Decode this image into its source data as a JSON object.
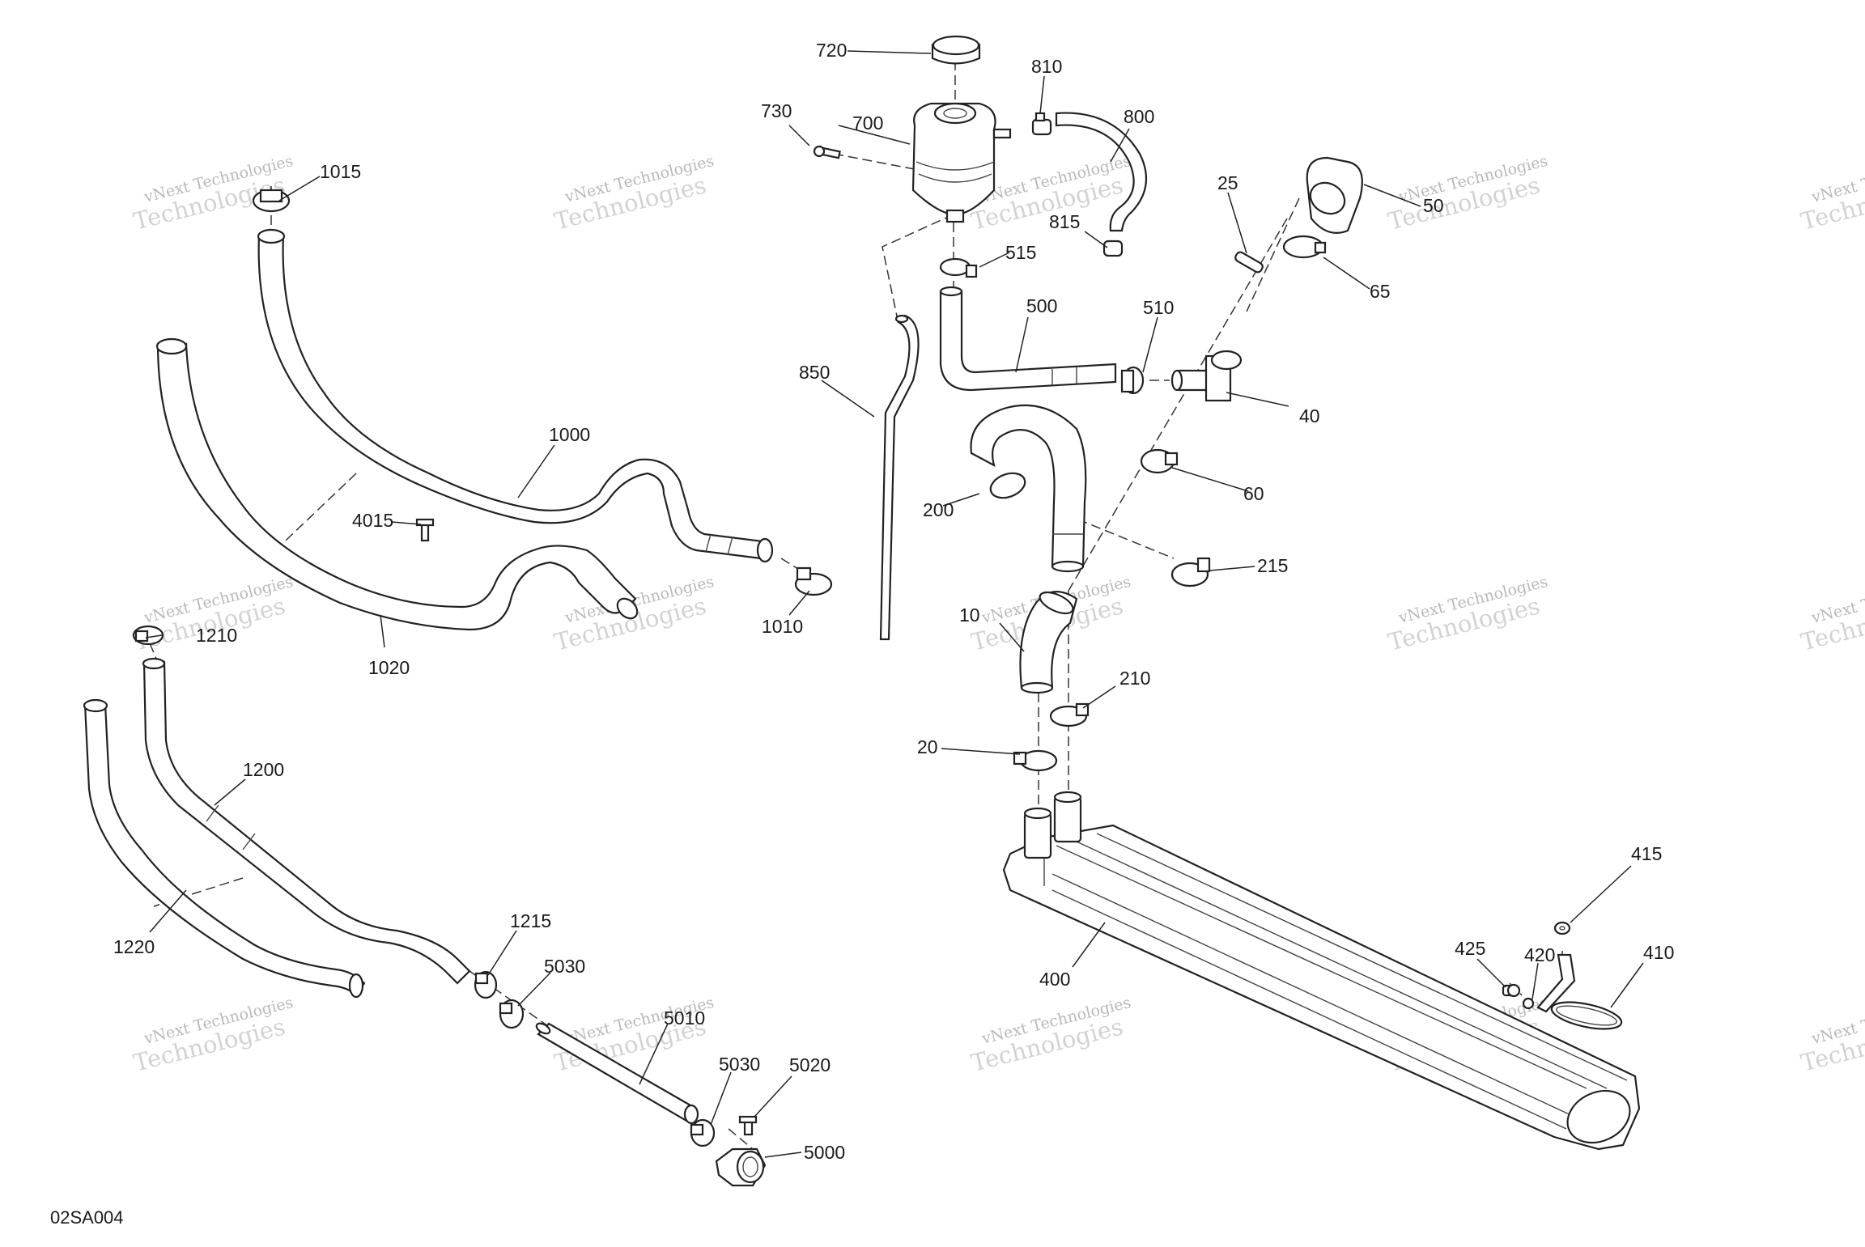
{
  "diagram": {
    "code": "02SA004",
    "watermark": {
      "line1": "vNext Technologies",
      "line2": "Technologies"
    },
    "parts": [
      {
        "id": "p10",
        "label": "10"
      },
      {
        "id": "p20",
        "label": "20"
      },
      {
        "id": "p25",
        "label": "25"
      },
      {
        "id": "p40",
        "label": "40"
      },
      {
        "id": "p50",
        "label": "50"
      },
      {
        "id": "p60",
        "label": "60"
      },
      {
        "id": "p65",
        "label": "65"
      },
      {
        "id": "p200",
        "label": "200"
      },
      {
        "id": "p210",
        "label": "210"
      },
      {
        "id": "p215",
        "label": "215"
      },
      {
        "id": "p400",
        "label": "400"
      },
      {
        "id": "p410",
        "label": "410"
      },
      {
        "id": "p415",
        "label": "415"
      },
      {
        "id": "p420",
        "label": "420"
      },
      {
        "id": "p425",
        "label": "425"
      },
      {
        "id": "p500",
        "label": "500"
      },
      {
        "id": "p510",
        "label": "510"
      },
      {
        "id": "p515",
        "label": "515"
      },
      {
        "id": "p700",
        "label": "700"
      },
      {
        "id": "p720",
        "label": "720"
      },
      {
        "id": "p730",
        "label": "730"
      },
      {
        "id": "p800",
        "label": "800"
      },
      {
        "id": "p810",
        "label": "810"
      },
      {
        "id": "p815",
        "label": "815"
      },
      {
        "id": "p850",
        "label": "850"
      },
      {
        "id": "p1000",
        "label": "1000"
      },
      {
        "id": "p1010",
        "label": "1010"
      },
      {
        "id": "p1015",
        "label": "1015"
      },
      {
        "id": "p1020",
        "label": "1020"
      },
      {
        "id": "p1200",
        "label": "1200"
      },
      {
        "id": "p1210",
        "label": "1210"
      },
      {
        "id": "p1215",
        "label": "1215"
      },
      {
        "id": "p1220",
        "label": "1220"
      },
      {
        "id": "p4015",
        "label": "4015"
      },
      {
        "id": "p5000",
        "label": "5000"
      },
      {
        "id": "p5010",
        "label": "5010"
      },
      {
        "id": "p5020",
        "label": "5020"
      },
      {
        "id": "p5030a",
        "label": "5030"
      },
      {
        "id": "p5030b",
        "label": "5030"
      }
    ]
  }
}
